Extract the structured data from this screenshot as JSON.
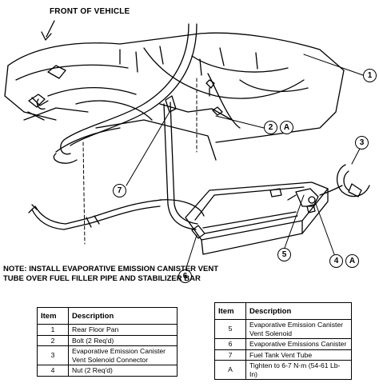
{
  "header": {
    "front_label": "FRONT OF VEHICLE"
  },
  "callouts": {
    "c1": "1",
    "c2": "2",
    "c2a": "A",
    "c3": "3",
    "c4": "4",
    "c4a": "A",
    "c5": "5",
    "c6": "6",
    "c7": "7"
  },
  "note": "NOTE: INSTALL EVAPORATIVE EMISSION CANISTER VENT TUBE OVER FUEL FILLER PIPE AND STABILIZER BAR",
  "legend": {
    "item_header": "Item",
    "desc_header": "Description",
    "left_rows": [
      {
        "item": "1",
        "desc": "Rear Floor Pan"
      },
      {
        "item": "2",
        "desc": "Bolt (2 Req'd)"
      },
      {
        "item": "3",
        "desc": "Evaporative Emission Canister Vent Solenoid Connector"
      },
      {
        "item": "4",
        "desc": "Nut (2 Req'd)"
      }
    ],
    "right_rows": [
      {
        "item": "5",
        "desc": "Evaporative Emission Canister Vent Solenoid"
      },
      {
        "item": "6",
        "desc": "Evaporative Emissions Canister"
      },
      {
        "item": "7",
        "desc": "Fuel Tank Vent Tube"
      },
      {
        "item": "A",
        "desc": "Tighten to 6-7 N·m (54-61 Lb-In)"
      }
    ]
  }
}
